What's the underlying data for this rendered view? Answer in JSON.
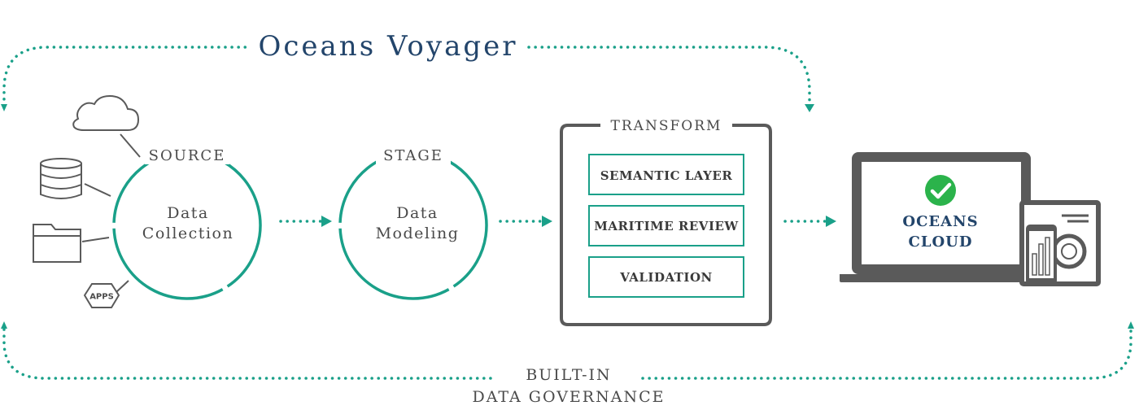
{
  "title": "Oceans Voyager",
  "colors": {
    "accent": "#1aa089",
    "title": "#23456b",
    "frame": "#5a5a5a",
    "text": "#4a4a4a",
    "check": "#2bb34b"
  },
  "source": {
    "label": "SOURCE",
    "line1": "Data",
    "line2": "Collection",
    "icons": [
      "cloud-icon",
      "database-icon",
      "folder-icon",
      "apps-icon"
    ],
    "apps_label": "APPS"
  },
  "stage": {
    "label": "STAGE",
    "line1": "Data",
    "line2": "Modeling"
  },
  "transform": {
    "label": "TRANSFORM",
    "items": [
      "SEMANTIC LAYER",
      "MARITIME REVIEW",
      "VALIDATION"
    ]
  },
  "destination": {
    "line1": "OCEANS",
    "line2": "CLOUD"
  },
  "governance": {
    "line1": "BUILT-IN",
    "line2": "DATA GOVERNANCE"
  }
}
